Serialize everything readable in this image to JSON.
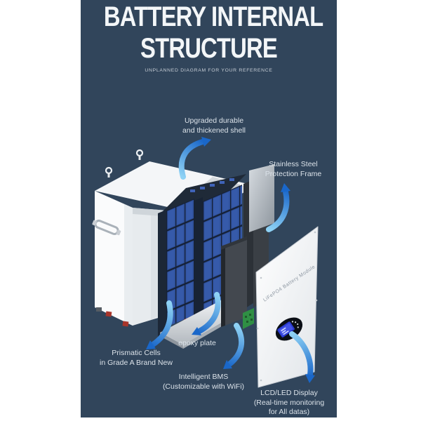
{
  "poster": {
    "title_lines": [
      "BATTERY INTERNAL",
      "STRUCTURE"
    ],
    "subtitle": "UNPLANNED DIAGRAM FOR YOUR REFERENCE",
    "colors": {
      "background": "#31455b",
      "arrow_blue": "#3f9ae2",
      "cell_blue": "#30529d",
      "enclosure_white": "#f4f6f8"
    }
  },
  "callouts": {
    "shell": {
      "line1": "Upgraded durable",
      "line2": "and thickened shell"
    },
    "steel_frame": {
      "line1": "Stainless Steel",
      "line2": "Protection Frame"
    },
    "cells": {
      "line1": "Prismatic Cells",
      "line2": "in Grade A Brand New"
    },
    "epoxy": {
      "line1": "epoxy plate"
    },
    "bms": {
      "line1": "Intelligent BMS",
      "line2": "(Customizable with WiFi)"
    },
    "display": {
      "line1": "LCD/LED Display",
      "line2": "(Real-time monitoring",
      "line3": "for All datas)"
    }
  },
  "device": {
    "front_cover_text": "LiFePO4 Battery Module"
  }
}
